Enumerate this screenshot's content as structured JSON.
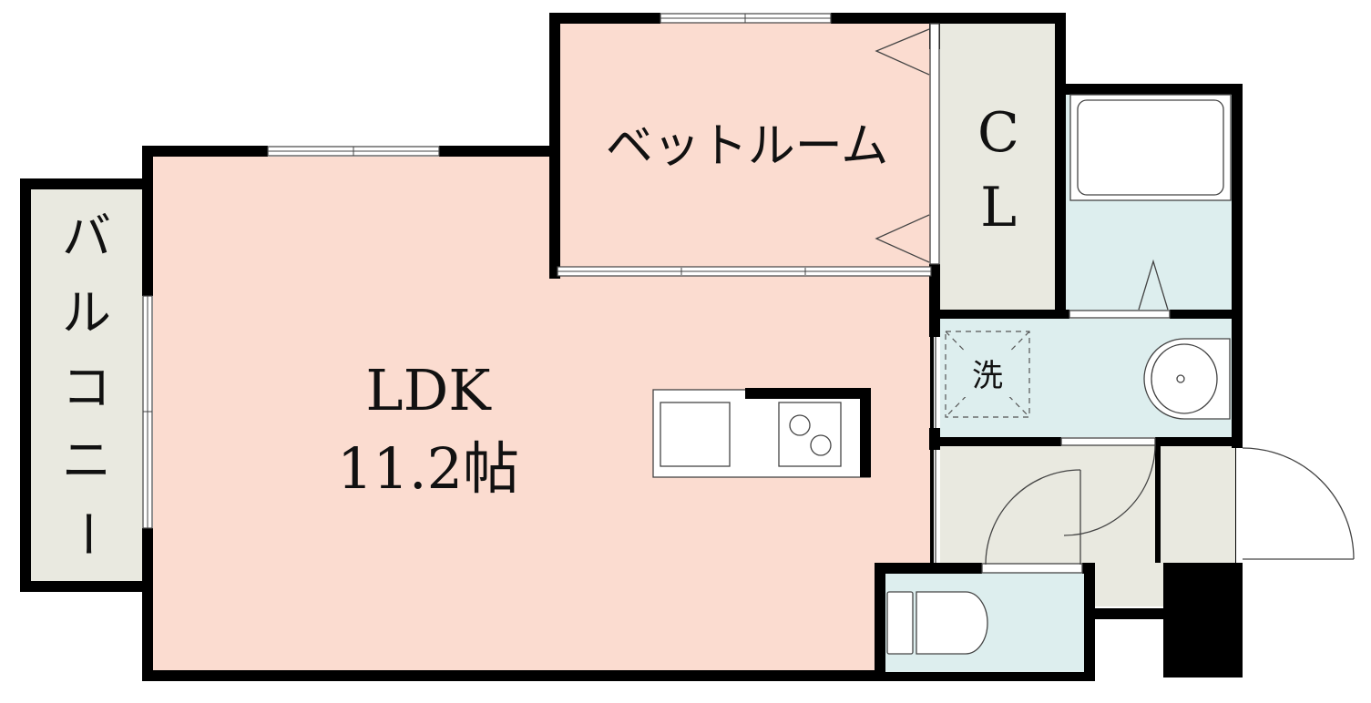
{
  "rooms": {
    "ldk": {
      "name": "LDK",
      "size": "11.2帖"
    },
    "bedroom": {
      "name": "ベットルーム"
    },
    "closet": {
      "line1": "C",
      "line2": "L"
    },
    "balcony": {
      "chars": [
        "バ",
        "ル",
        "コ",
        "ニ",
        "ー"
      ]
    },
    "laundry": {
      "mark": "洗"
    }
  },
  "colors": {
    "wall": "#000000",
    "room_fill": "#fbdcd0",
    "gray_fill": "#e9e9e0",
    "wet_fill": "#ddeeee",
    "dashed_box": "#555555",
    "outline": "#444444"
  }
}
